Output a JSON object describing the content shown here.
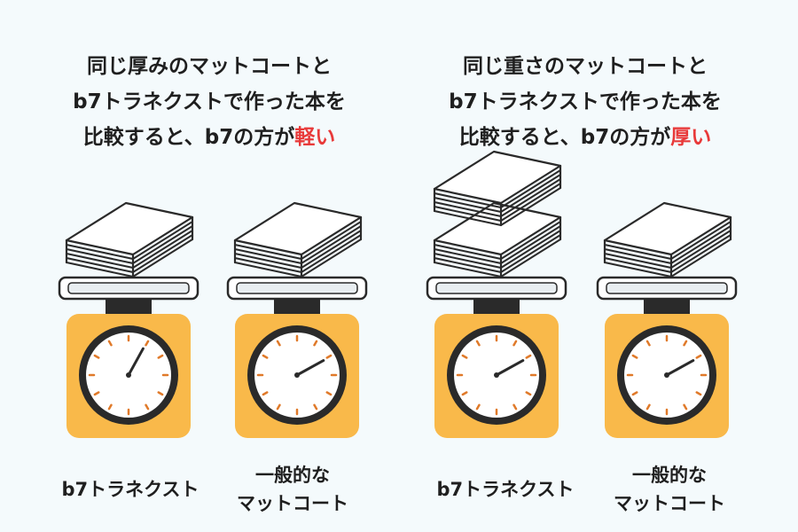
{
  "panels": [
    {
      "heading_line1": "同じ厚みのマットコートと",
      "heading_line2": "b7トラネクストで作った本を",
      "heading_line3_prefix": "比較すると、b7の方が",
      "heading_emphasis": "軽い",
      "scales": [
        {
          "label_line1": "b7トラネクスト",
          "label_line2": "",
          "book_stacks": 1,
          "needle_reading": 0.08
        },
        {
          "label_line1": "一般的な",
          "label_line2": "マットコート",
          "book_stacks": 1,
          "needle_reading": 0.17
        }
      ]
    },
    {
      "heading_line1": "同じ重さのマットコートと",
      "heading_line2": "b7トラネクストで作った本を",
      "heading_line3_prefix": "比較すると、b7の方が",
      "heading_emphasis": "厚い",
      "scales": [
        {
          "label_line1": "b7トラネクスト",
          "label_line2": "",
          "book_stacks": 2,
          "needle_reading": 0.17
        },
        {
          "label_line1": "一般的な",
          "label_line2": "マットコート",
          "book_stacks": 1,
          "needle_reading": 0.17
        }
      ]
    }
  ],
  "colors": {
    "emphasis": "#e83a3a",
    "scale_body": "#f9b94a",
    "outline": "#2a2a2a",
    "tick": "#e07a2a",
    "paper": "#ffffff"
  }
}
